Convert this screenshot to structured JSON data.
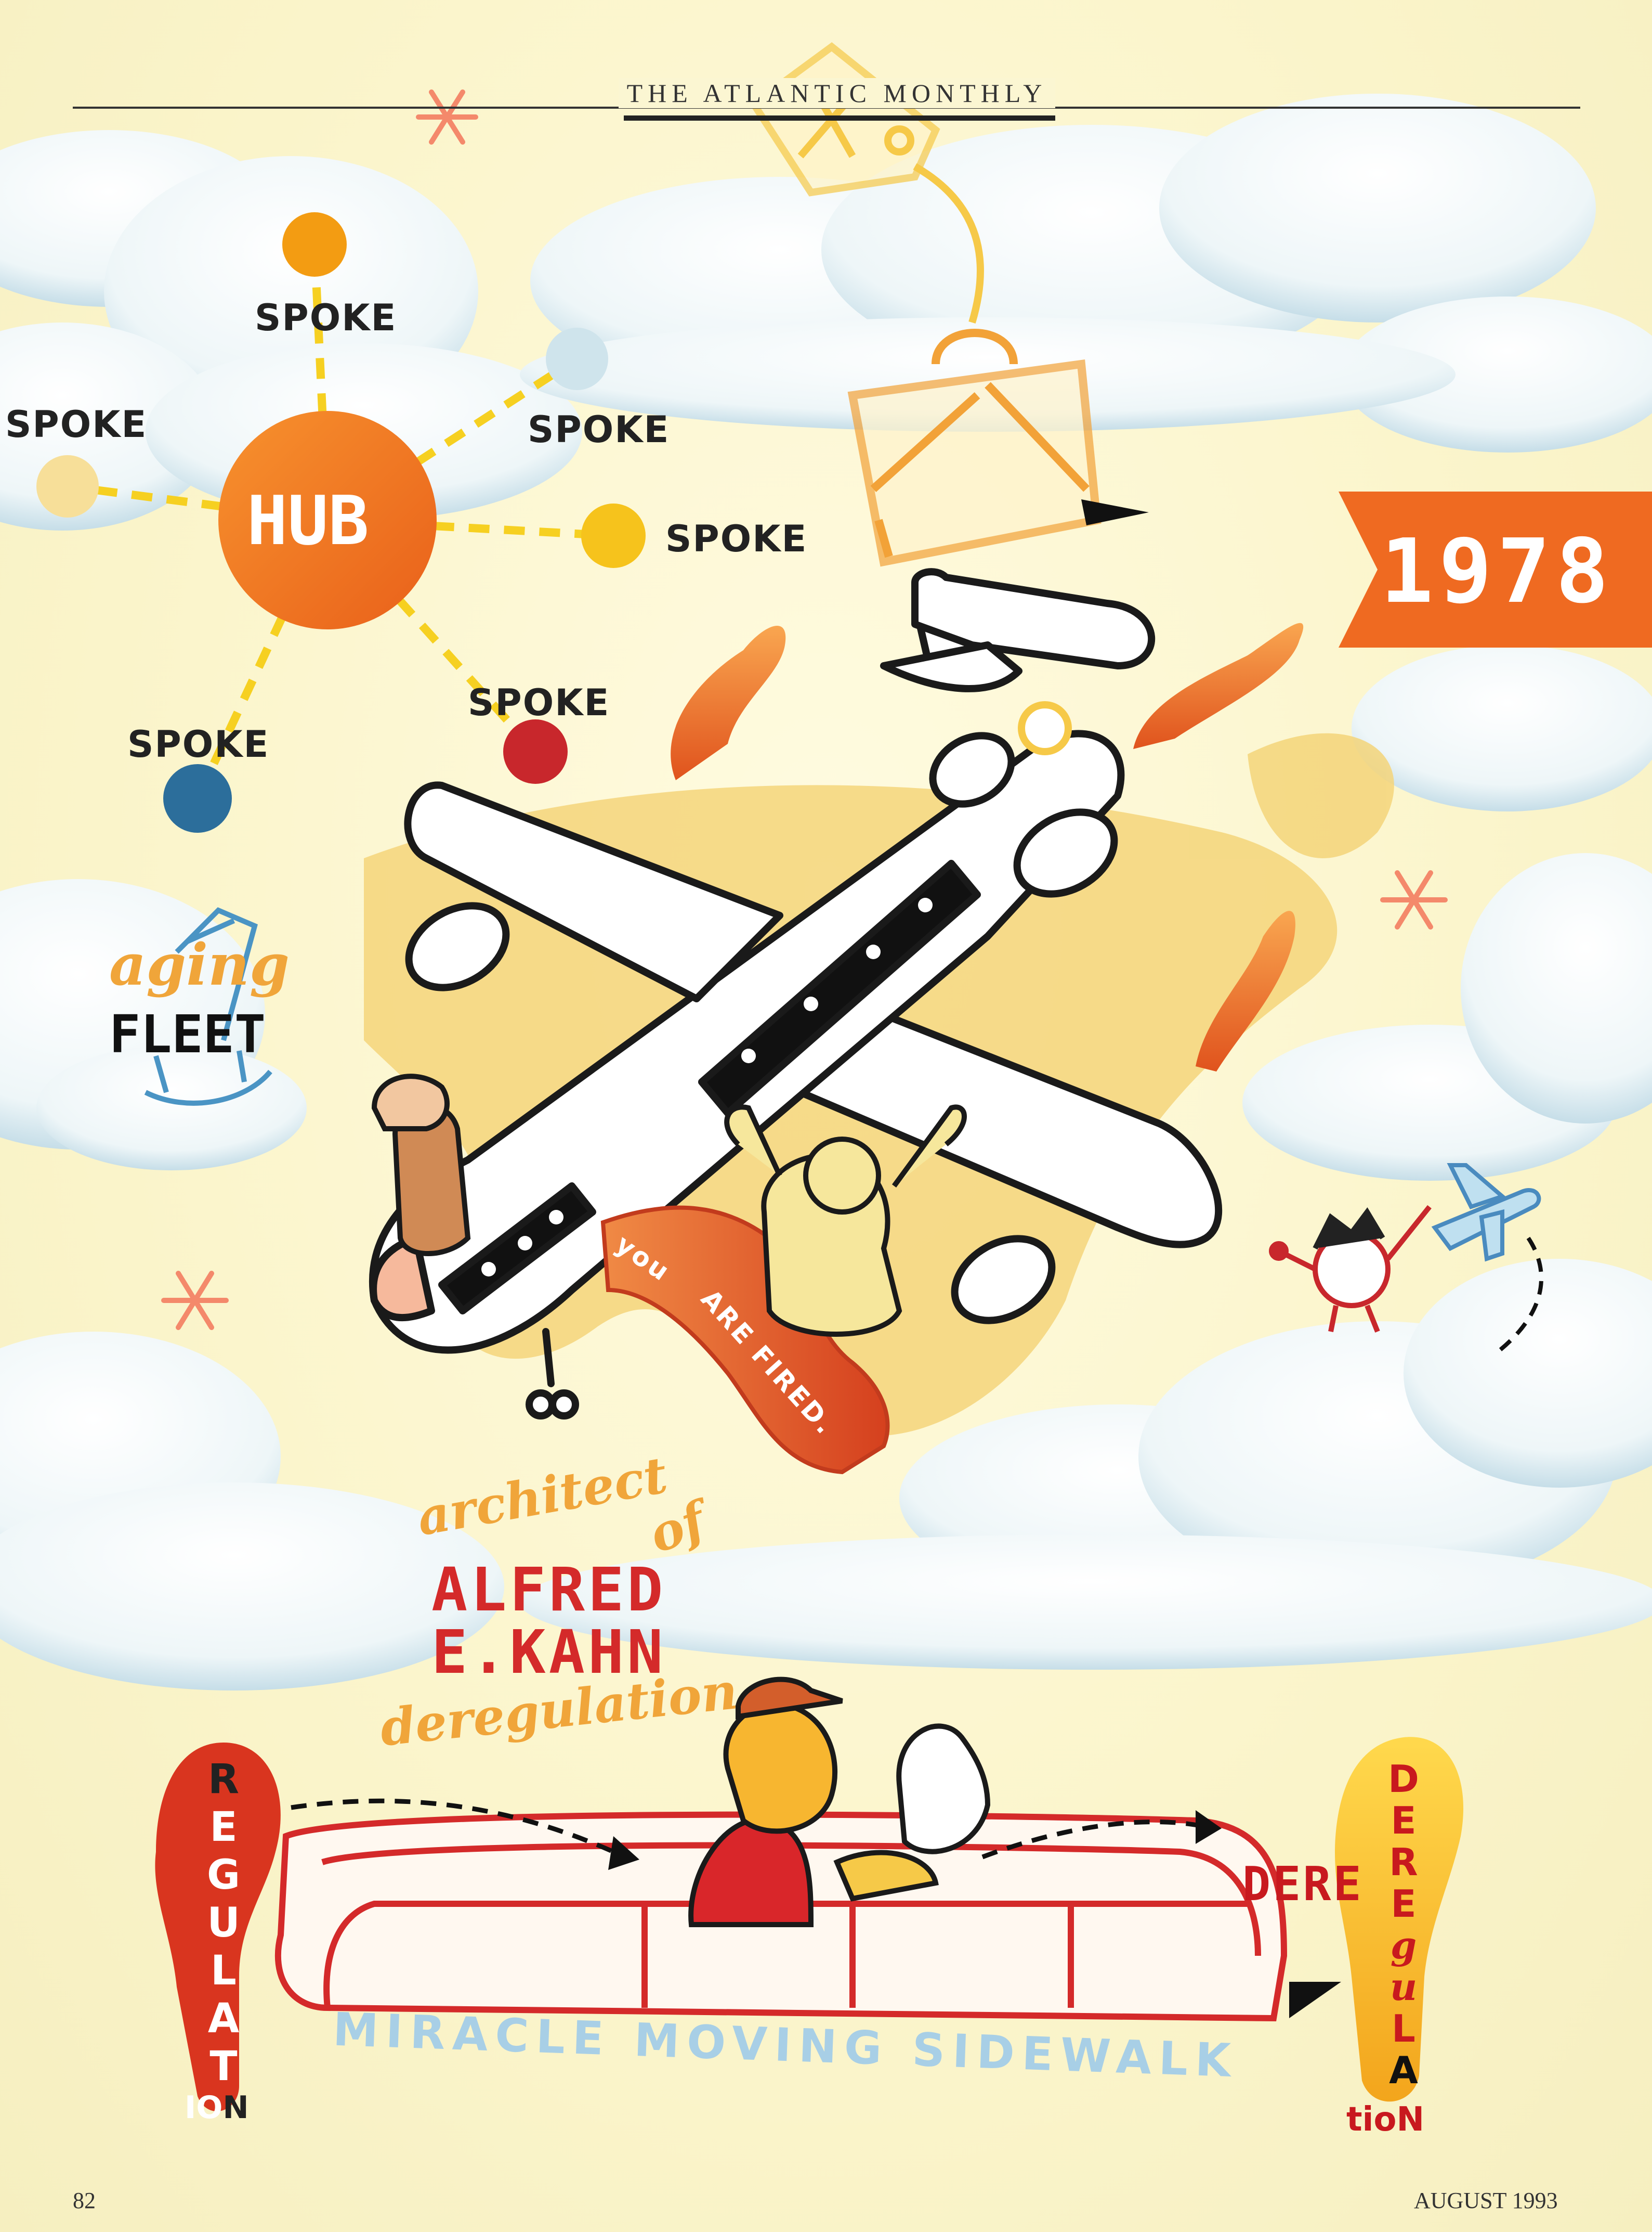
{
  "header": {
    "title": "THE ATLANTIC MONTHLY"
  },
  "hub_diagram": {
    "hub_label": "HUB",
    "spokes": [
      "SPOKE",
      "SPOKE",
      "SPOKE",
      "SPOKE",
      "SPOKE",
      "SPOKE"
    ],
    "colors": {
      "hub": "#f0731f",
      "spoke_orange": "#f39c12",
      "spoke_yellow": "#f6c31c",
      "spoke_cream": "#f7df99",
      "spoke_red": "#c8272c",
      "spoke_blue": "#2c6e9b",
      "spoke_ice": "#cfe4ec"
    }
  },
  "year_flag": {
    "year": "1978",
    "color": "#ef6a21"
  },
  "aging_fleet": {
    "line1": "aging",
    "line2": "FLEET"
  },
  "banner": {
    "line1": "you",
    "line2": "ARE FIRED."
  },
  "kahn_caption": {
    "line1": "architect",
    "line2": "of",
    "name1": "ALFRED",
    "name2": "E.KAHN",
    "line3": "deregulation"
  },
  "sidewalk": {
    "label": "MIRACLE MOVING SIDEWALK",
    "regulation_letters": [
      "R",
      "E",
      "G",
      "U",
      "L",
      "A",
      "T",
      "I",
      "O",
      "N"
    ],
    "dere_prefix": "DERE",
    "deregulation_letters": [
      "D",
      "E",
      "R",
      "E",
      "g",
      "u",
      "L",
      "A",
      "tioN"
    ]
  },
  "footer": {
    "page_number": "82",
    "issue_date": "AUGUST 1993"
  },
  "palette": {
    "background": "#fbf6d2",
    "cloud": "#ffffff",
    "cloud_shadow": "#bcd9e6",
    "plane_outline": "#1a1a1a",
    "plume": "#f39238",
    "shadow_yellow": "#f4d57a"
  }
}
